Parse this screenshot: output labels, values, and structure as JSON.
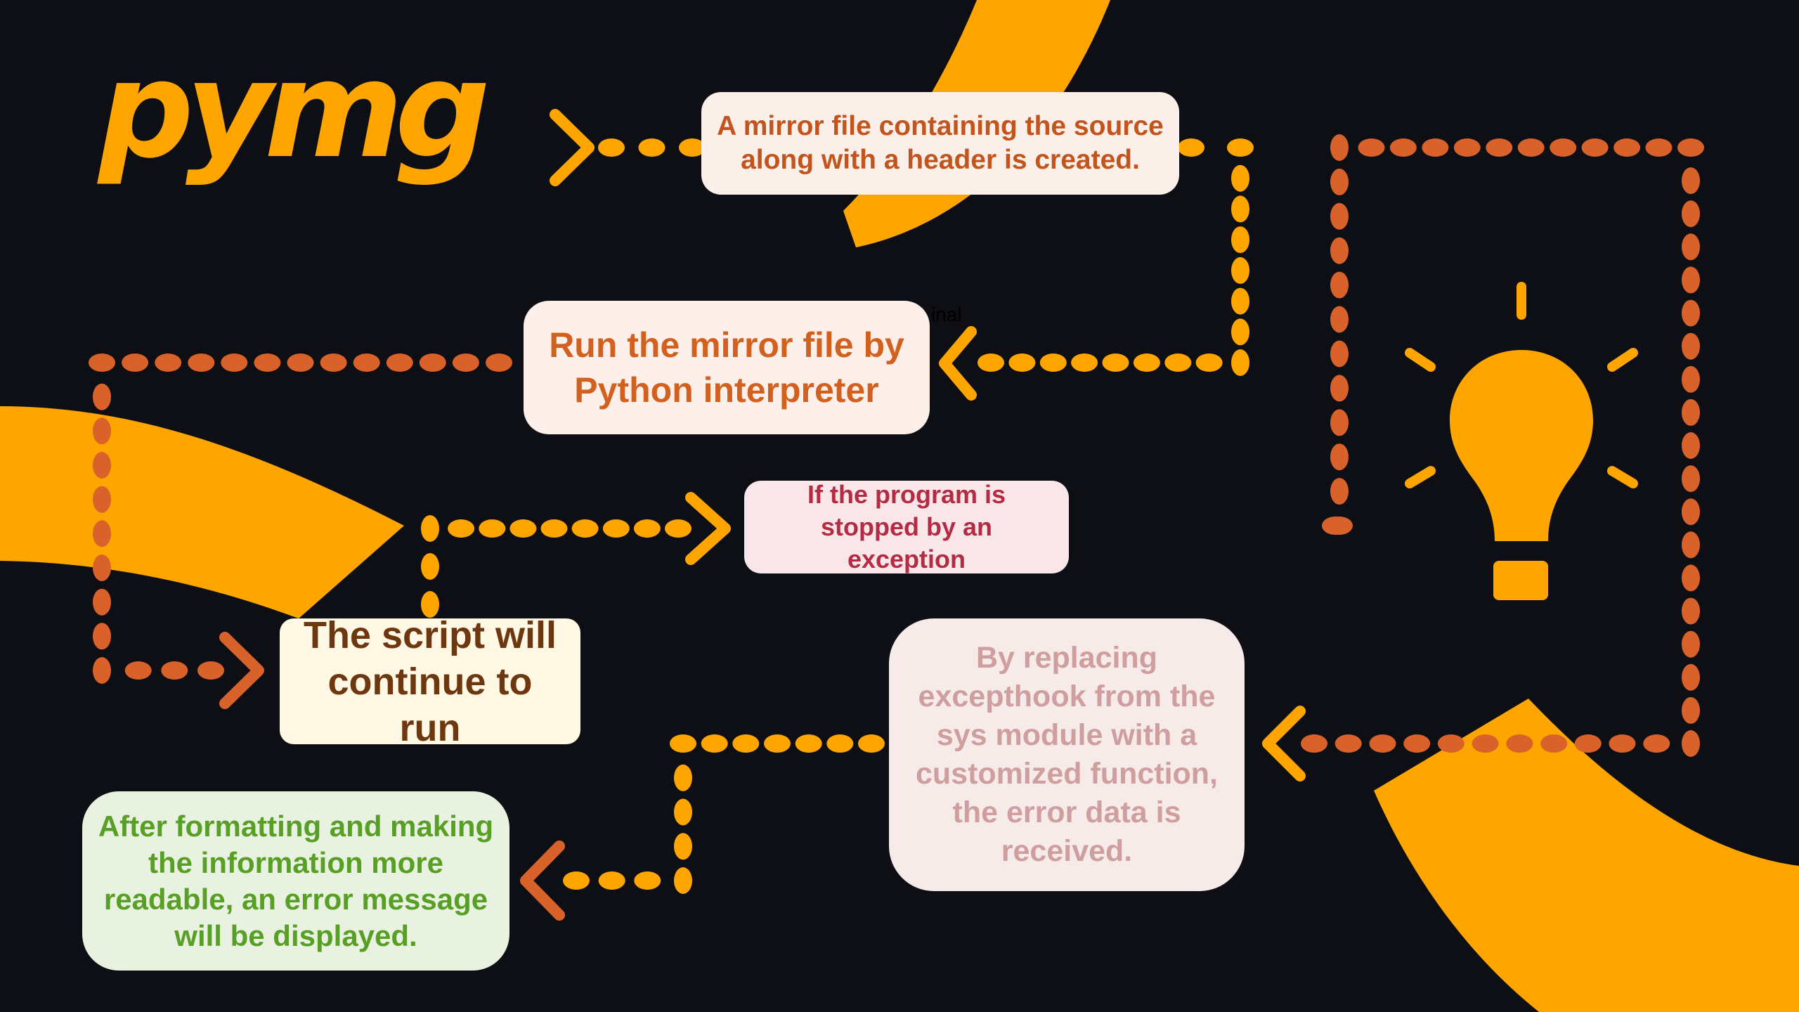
{
  "title": "pymg",
  "steps": {
    "mirror_file": "A mirror file containing the source along with a header is created.",
    "run_mirror": "Run the mirror file by Python interpreter",
    "exception": "If the program is stopped by an exception",
    "continue_run": "The script will continue to run",
    "excepthook": "By replacing excepthook from the sys module with a customized function, the error data is received.",
    "error_message": "After formatting and making the information more readable, an error message will be displayed."
  },
  "stray_text": "inal",
  "colors": {
    "background": "#0d0f15",
    "accent_orange": "#ffa500",
    "dot_orange": "#ffa500",
    "dot_rust": "#d8622a"
  },
  "icons": [
    "lightbulb-icon",
    "chevron-right-icon",
    "chevron-left-icon"
  ]
}
